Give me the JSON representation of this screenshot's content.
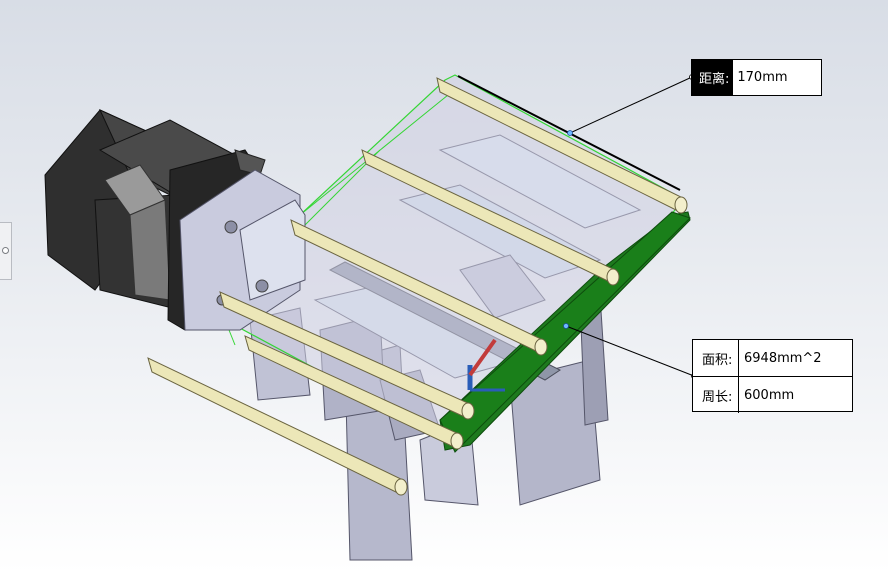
{
  "measure": {
    "distance_label": "距离:",
    "distance_value": "170mm",
    "area_label": "面积:",
    "area_value": "6948mm^2",
    "perimeter_label": "周长:",
    "perimeter_value": "600mm"
  },
  "colors": {
    "selection_green": "#1e7a1e",
    "edge_highlight": "#35d635",
    "rod": "#e9e4b6",
    "motor_body": "#3b3b3b",
    "part_lavender": "#c7c9dc",
    "part_lightblue": "#dbe7f3"
  },
  "icons": {
    "triad": "coordinate-triad-icon",
    "side_handle": "panel-collapse-handle-icon"
  }
}
